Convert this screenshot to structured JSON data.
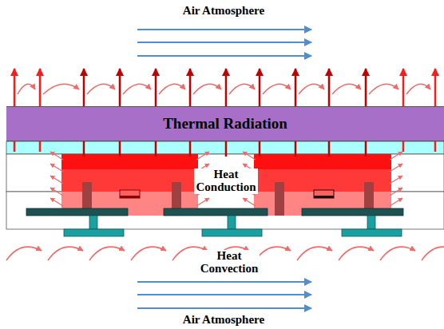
{
  "diagram": {
    "nodes": [
      {
        "text": [
          "Thermal Radiation"
        ]
      }
    ],
    "labels": [
      "Air Atmosphere",
      "Heat Conduction",
      "Heat Convection",
      "Air Atmosphere"
    ]
  }
}
